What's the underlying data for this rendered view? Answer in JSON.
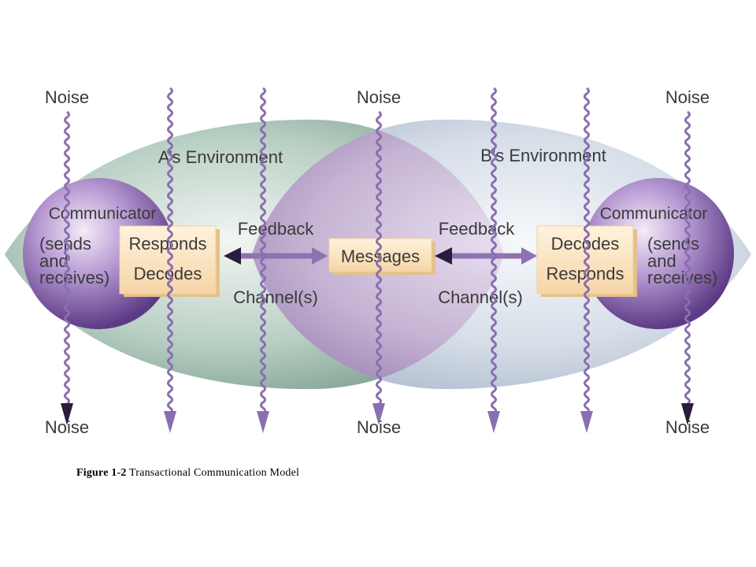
{
  "diagram": {
    "noise_label": "Noise",
    "env_a": "A’s Environment",
    "env_b": "B’s Environment",
    "left_communicator": {
      "title": "Communicator",
      "role_lines": [
        "(sends",
        "and",
        "receives)"
      ],
      "box_lines": [
        "Responds",
        "Decodes"
      ]
    },
    "right_communicator": {
      "title": "Communicator",
      "role_lines": [
        "(sends",
        "and",
        "receives)"
      ],
      "box_lines": [
        "Decodes",
        "Responds"
      ]
    },
    "center_box": "Messages",
    "feedback_label": "Feedback",
    "channel_label": "Channel(s)"
  },
  "caption": {
    "prefix": "Figure 1-2",
    "text": "Transactional Communication Model"
  },
  "colors": {
    "env_a": "#8fb3a3",
    "env_b": "#c9d3e0",
    "overlap": "#b9a6c7",
    "sphere": "#8a63b0",
    "box": "#fbe3bf",
    "arrow": "#8e72b2",
    "noise_line": "#8a6fb0"
  }
}
